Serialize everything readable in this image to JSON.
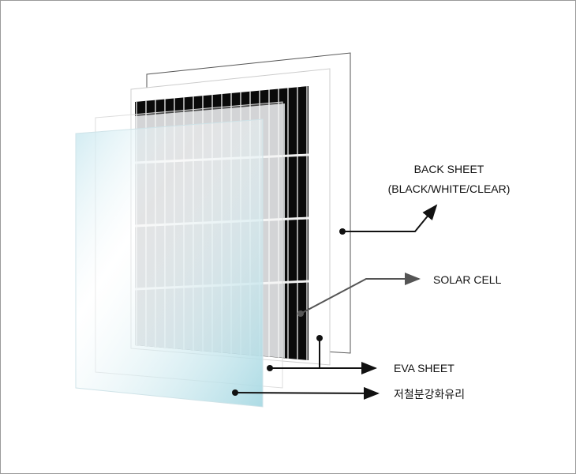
{
  "labels": {
    "back_sheet": "BACK SHEET",
    "back_sheet_types": "(BLACK/WHITE/CLEAR)",
    "solar_cell": "SOLAR CELL",
    "eva_sheet": "EVA SHEET",
    "glass": "저철분강화유리"
  },
  "colors": {
    "cell_black": "#0a0a0a",
    "cell_grey": "#c4c6c8",
    "glass": "#bfe3ea",
    "line": "#111111",
    "solar_line": "#555555"
  }
}
